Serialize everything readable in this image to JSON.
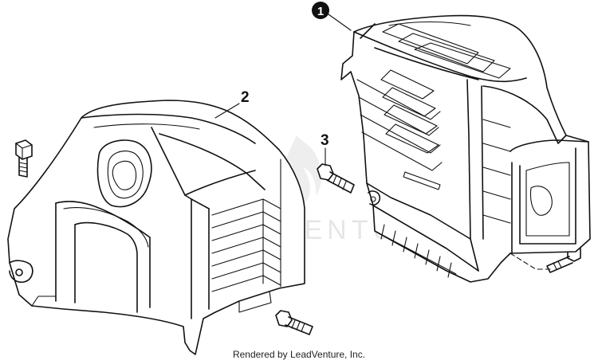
{
  "callouts": {
    "part1": "1",
    "part2": "2",
    "part3": "3"
  },
  "watermark": {
    "text": "LEADVENTURE"
  },
  "footer": {
    "credit": "Rendered by LeadVenture, Inc."
  },
  "colors": {
    "line": "#111111",
    "background": "#ffffff",
    "watermark": "#e6e6e6"
  },
  "icons": [
    "leadventure-flame-watermark-icon"
  ]
}
